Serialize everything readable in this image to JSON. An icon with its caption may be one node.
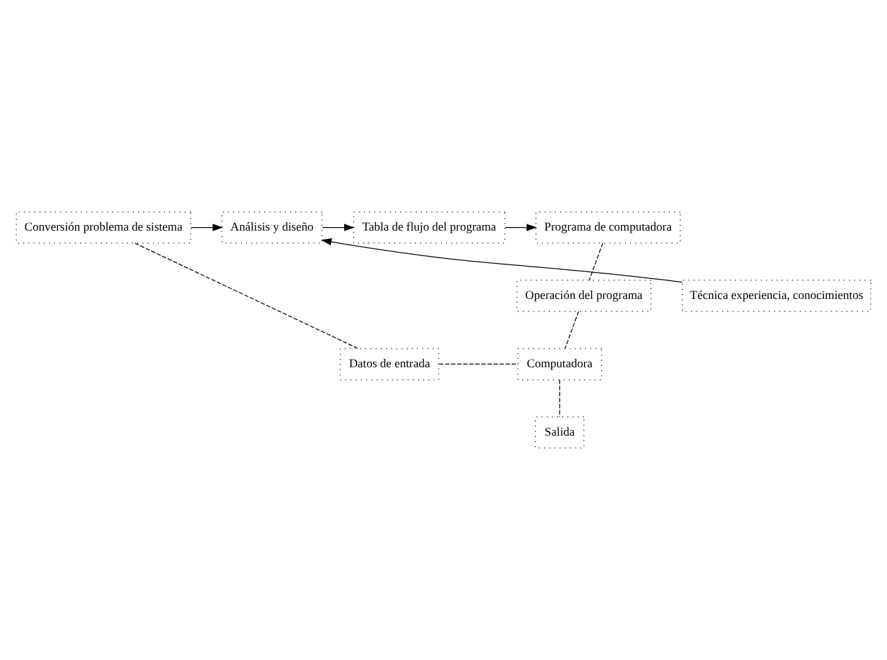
{
  "diagram": {
    "nodes": [
      {
        "text": [
          "Conversión problema de sistema"
        ]
      },
      {
        "text": [
          "Análisis y diseño"
        ]
      },
      {
        "text": [
          "Tabla de flujo del programa"
        ]
      },
      {
        "text": [
          "Programa de computadora"
        ]
      },
      {
        "text": [
          "Técnica experiencia, conocimientos"
        ]
      },
      {
        "text": [
          "Operación del programa"
        ]
      },
      {
        "text": [
          "Datos de entrada"
        ]
      },
      {
        "text": [
          "Computadora"
        ]
      },
      {
        "text": [
          "Salida"
        ]
      }
    ],
    "edges": [
      {
        "from": 0,
        "to": 1,
        "arrow": "to"
      },
      {
        "from": 1,
        "to": 2,
        "arrow": "to"
      },
      {
        "from": 2,
        "to": 3,
        "arrow": "to"
      },
      {
        "from": 4,
        "to": 1,
        "arrow": "to"
      },
      {
        "from": 3,
        "to": 5,
        "arrow": "none",
        "style": "dashed"
      },
      {
        "from": 5,
        "to": 7,
        "arrow": "none",
        "style": "dashed"
      },
      {
        "from": 7,
        "to": 8,
        "arrow": "none",
        "style": "dashed"
      },
      {
        "from": 0,
        "to": 6,
        "arrow": "none",
        "style": "dashed"
      },
      {
        "from": 6,
        "to": 7,
        "arrow": "none",
        "style": "dashed"
      }
    ]
  }
}
